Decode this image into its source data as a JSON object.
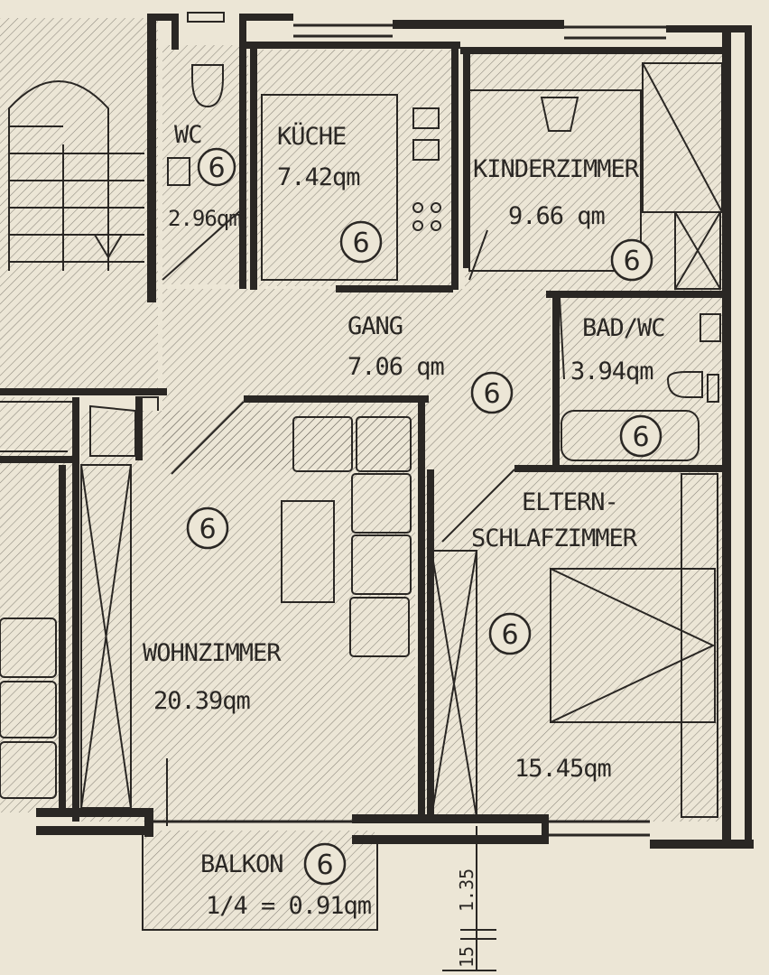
{
  "circle_mark": "6",
  "rooms": {
    "wc": {
      "name": "WC",
      "area": "2.96qm"
    },
    "kueche": {
      "name": "KÜCHE",
      "area": "7.42qm"
    },
    "kinderzimmer": {
      "name": "KINDERZIMMER",
      "area": "9.66 qm"
    },
    "gang": {
      "name": "GANG",
      "area": "7.06 qm"
    },
    "bad_wc": {
      "name": "BAD/WC",
      "area": "3.94qm"
    },
    "eltern": {
      "name_line1": "ELTERN-",
      "name_line2": "SCHLAFZIMMER",
      "area": "15.45qm"
    },
    "wohnzimmer": {
      "name": "WOHNZIMMER",
      "area": "20.39qm"
    },
    "balkon": {
      "name": "BALKON",
      "area": "1/4 = 0.91qm"
    }
  },
  "dimensions": {
    "vertical": "1.35",
    "small": "15"
  },
  "colors": {
    "paper": "#ece6d6",
    "ink": "#2a2724"
  }
}
